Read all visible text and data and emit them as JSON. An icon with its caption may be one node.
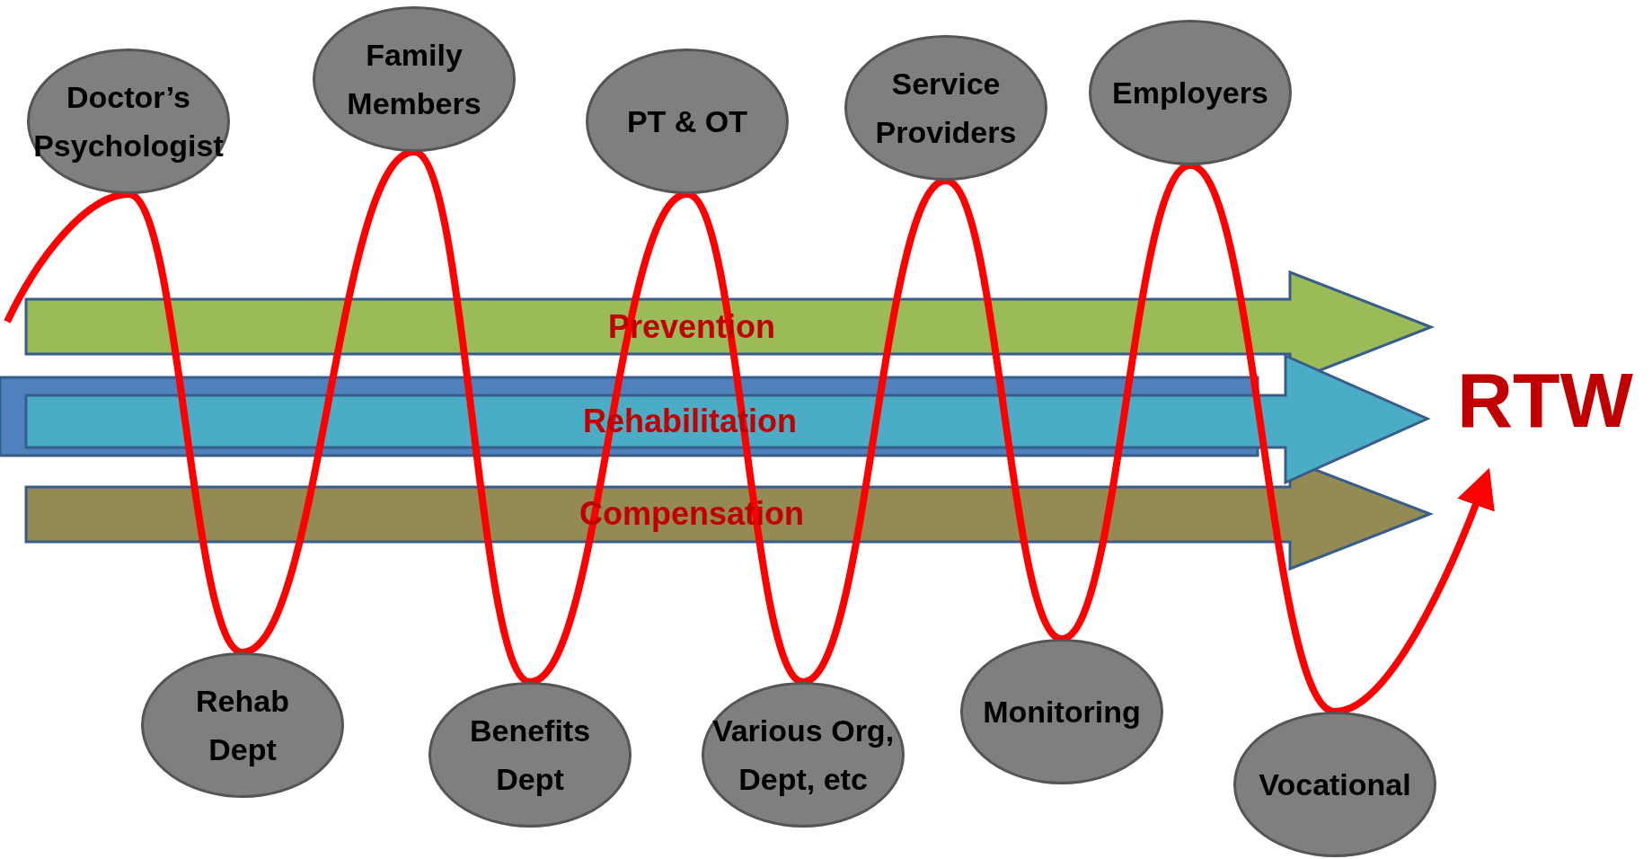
{
  "diagram": {
    "nodes": [
      {
        "text": [
          "Doctor’s Psychologist"
        ]
      },
      {
        "text": [
          "Family Members"
        ]
      },
      {
        "text": [
          "PT & OT"
        ]
      },
      {
        "text": [
          "Service Providers"
        ]
      },
      {
        "text": [
          "Employers"
        ]
      },
      {
        "text": [
          "RTW"
        ]
      },
      {
        "text": [
          "Rehab Dept"
        ]
      },
      {
        "text": [
          "Benefits Dept"
        ]
      },
      {
        "text": [
          "Various Org, Dept, etc"
        ]
      },
      {
        "text": [
          "Monitoring"
        ]
      },
      {
        "text": [
          "Vocational"
        ]
      }
    ],
    "edges": [
      {
        "from": null,
        "to": 0,
        "arrow": "none"
      },
      {
        "from": 0,
        "to": 6,
        "arrow": "none"
      },
      {
        "from": 6,
        "to": 1,
        "arrow": "none"
      },
      {
        "from": 1,
        "to": 7,
        "arrow": "none"
      },
      {
        "from": 7,
        "to": 2,
        "arrow": "none"
      },
      {
        "from": 2,
        "to": 8,
        "arrow": "none"
      },
      {
        "from": 8,
        "to": 3,
        "arrow": "none"
      },
      {
        "from": 3,
        "to": 9,
        "arrow": "none"
      },
      {
        "from": 9,
        "to": 4,
        "arrow": "none"
      },
      {
        "from": 4,
        "to": 10,
        "arrow": "none"
      },
      {
        "from": 10,
        "to": 5,
        "arrow": "to"
      }
    ],
    "labels": [
      "Prevention",
      "Rehabilitation",
      "Compensation"
    ]
  }
}
